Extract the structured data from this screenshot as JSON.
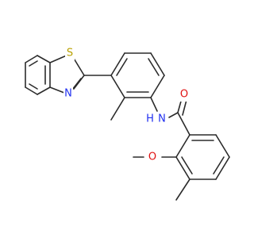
{
  "molecule": {
    "atoms": {
      "S": {
        "text": "S",
        "color": "#b8a000"
      },
      "N_thiazole": {
        "text": "N",
        "color": "#1f2ff0"
      },
      "N_amide": {
        "text": "N",
        "color": "#1f2ff0"
      },
      "H_amide": {
        "text": "H",
        "color": "#1f2ff0"
      },
      "O_carbonyl": {
        "text": "O",
        "color": "#e01010"
      },
      "O_methoxy": {
        "text": "O",
        "color": "#e01010"
      }
    },
    "bond_color": "#2b2b2b"
  }
}
